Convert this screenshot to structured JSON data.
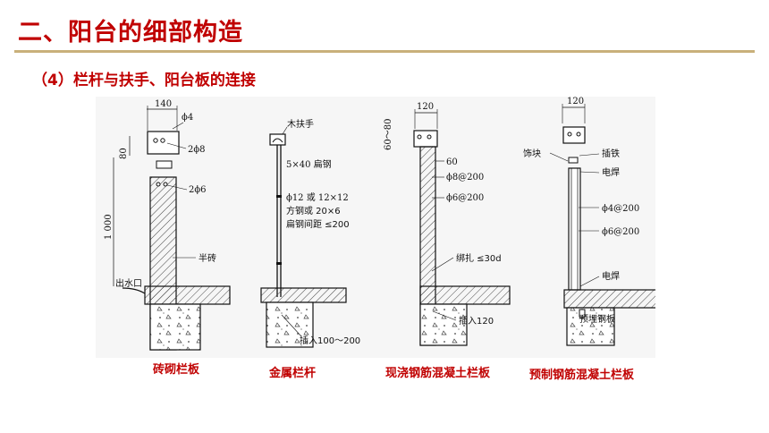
{
  "header": {
    "title": "二、阳台的细部构造",
    "subtitle": "（4）栏杆与扶手、阳台板的连接"
  },
  "figure": {
    "brick": {
      "dim_width": "140",
      "phi4": "ϕ4",
      "phi8": "2ϕ8",
      "phi6": "2ϕ6",
      "dim_80": "80",
      "dim_1000": "1 000",
      "half_brick": "半砖",
      "drain": "出水口"
    },
    "metal": {
      "handrail": "木扶手",
      "flat_steel": "5×40 扁钢",
      "bars_line1": "ϕ12 或 12×12",
      "bars_line2": "方钢或 20×6",
      "bars_line3": "扁钢间距 ≤200",
      "insert": "插入100～200"
    },
    "cast": {
      "dim_width": "120",
      "dim_height": "60～80",
      "dim_60": "60",
      "phi8_200": "ϕ8@200",
      "phi6_200": "ϕ6@200",
      "tie": "绑扎 ≤30d",
      "insert": "插入120"
    },
    "precast": {
      "dim_width": "120",
      "block": "饰块",
      "iron": "插铁",
      "weld1": "电焊",
      "phi4_200": "ϕ4@200",
      "phi6_200": "ϕ6@200",
      "weld2": "电焊",
      "embed": "预埋钢板"
    }
  },
  "captions": {
    "brick": "砖砌栏板",
    "metal": "金属栏杆",
    "cast": "现浇钢筋混凝土栏板",
    "precast": "预制钢筋混凝土栏板"
  }
}
